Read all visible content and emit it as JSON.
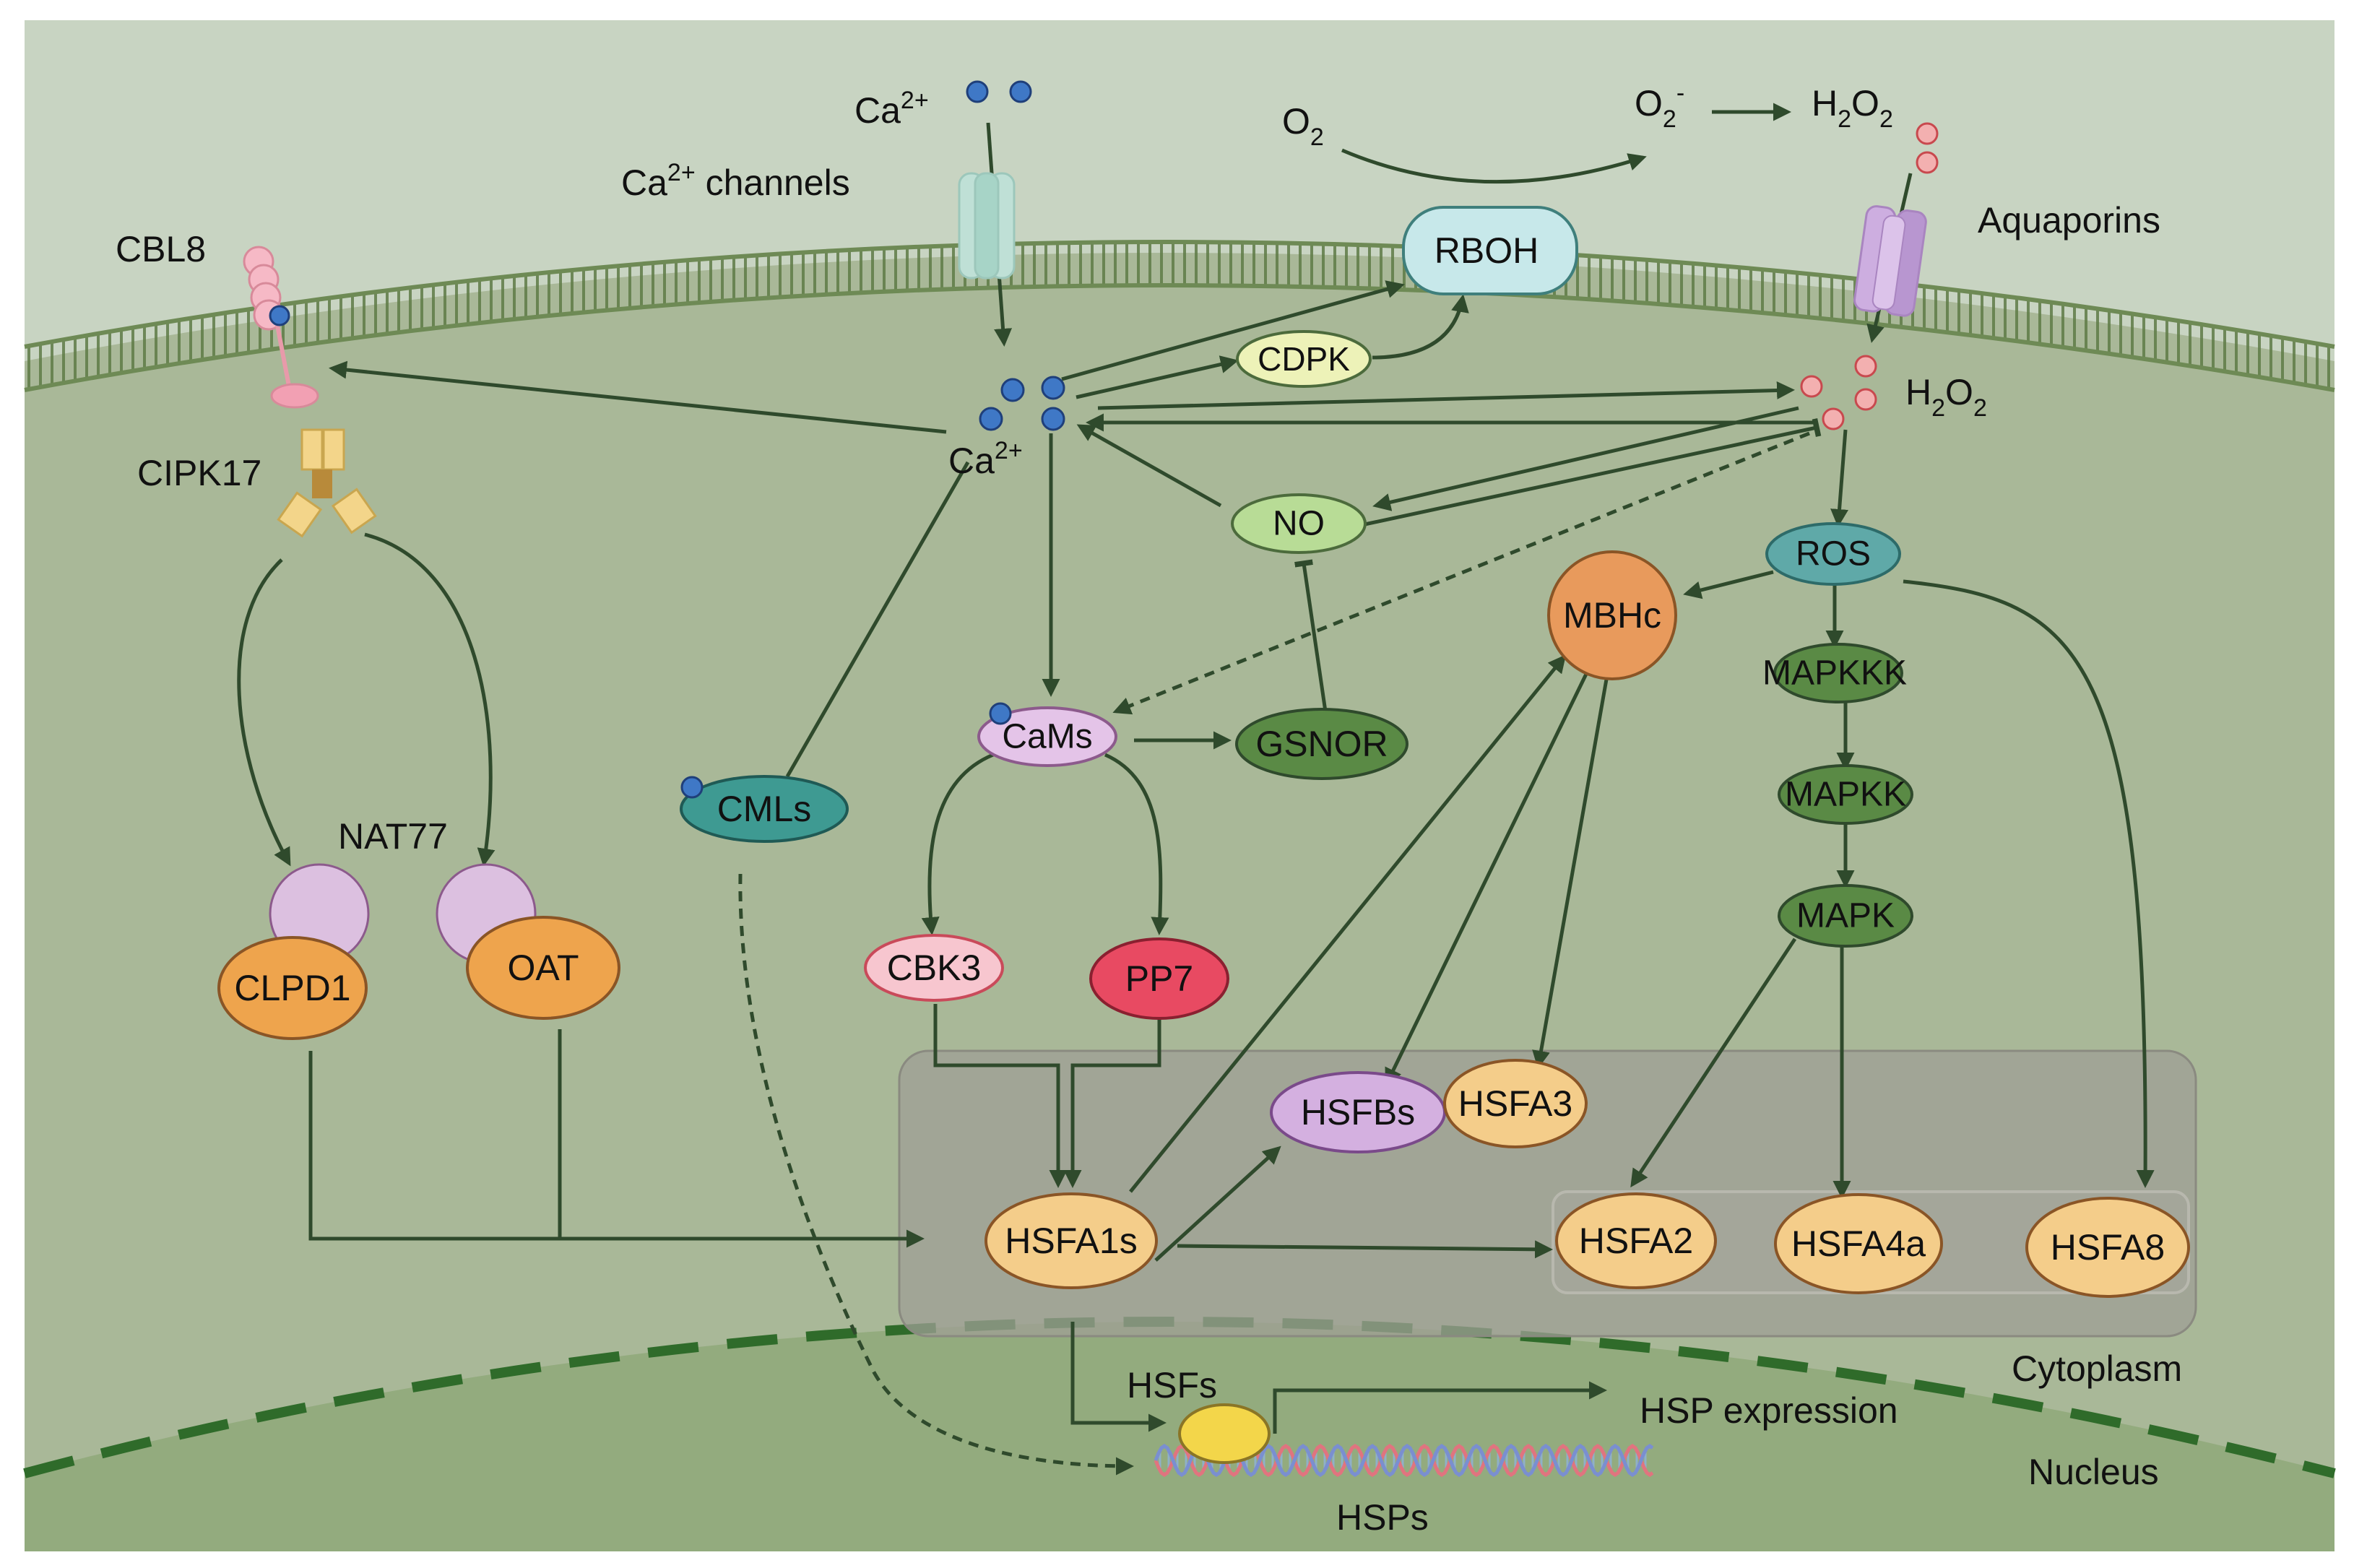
{
  "labels": {
    "ca_top": "Ca",
    "ca_top_sup": "2+",
    "ca_channels": "Ca",
    "ca_channels_sup": "2+",
    "ca_channels_suffix": " channels",
    "o2": "O",
    "o2_sub": "2",
    "o2_minus": "O",
    "o2_minus_sub": "2",
    "o2_minus_sup": "-",
    "h2o2_top": "H",
    "h2o2_top_sub1": "2",
    "h2o2_top_mid": "O",
    "h2o2_top_sub2": "2",
    "aquaporins": "Aquaporins",
    "cbl8": "CBL8",
    "cipk17": "CIPK17",
    "ca_inner": "Ca",
    "ca_inner_sup": "2+",
    "h2o2_inner": "H",
    "h2o2_inner_sub1": "2",
    "h2o2_inner_mid": "O",
    "h2o2_inner_sub2": "2",
    "nat77": "NAT77",
    "hsfs": "HSFs",
    "hsp_expression": "HSP expression",
    "hsps": "HSPs",
    "cytoplasm": "Cytoplasm",
    "nucleus": "Nucleus"
  },
  "nodes": {
    "rboh": "RBOH",
    "cdpk": "CDPK",
    "no": "NO",
    "ros": "ROS",
    "mbhc": "MBHc",
    "mapkkk": "MAPKKK",
    "mapkk": "MAPKK",
    "mapk": "MAPK",
    "cams": "CaMs",
    "gsnor": "GSNOR",
    "cmls": "CMLs",
    "cbk3": "CBK3",
    "pp7": "PP7",
    "clpd1": "CLPD1",
    "oat": "OAT",
    "hsfbs": "HSFBs",
    "hsfa3": "HSFA3",
    "hsfa1s": "HSFA1s",
    "hsfa2": "HSFA2",
    "hsfa4a": "HSFA4a",
    "hsfa8": "HSFA8"
  },
  "colors": {
    "background_outer": "#c8d4c2",
    "cytoplasm": "#a9b898",
    "membrane": "#6e8a55",
    "nucleus": "#93ab7e",
    "nucleus_border": "#2f6b2a",
    "edge": "#2f4a2c",
    "ca_ion": "#3f78c6",
    "h2o2_ion": "#e88a8a",
    "rboh": "#c7e8ea",
    "cdpk": "#edf2b8",
    "no": "#b8dc96",
    "ros": "#5fa9a8",
    "mbhc": "#e89a5c",
    "mapk": "#5a8a45",
    "cams": "#e4c4e8",
    "gsnor": "#5a8a45",
    "cmls": "#3e9a92",
    "cbk3": "#f7c6cf",
    "pp7": "#e84a62",
    "orange": "#eea44d",
    "light_orange": "#f4cd8a",
    "hsfbs": "#d4b0e0",
    "lilac": "#dcc0e0",
    "hsf_box": "#9f9f95",
    "hsfs_oval": "#f3d64a"
  }
}
